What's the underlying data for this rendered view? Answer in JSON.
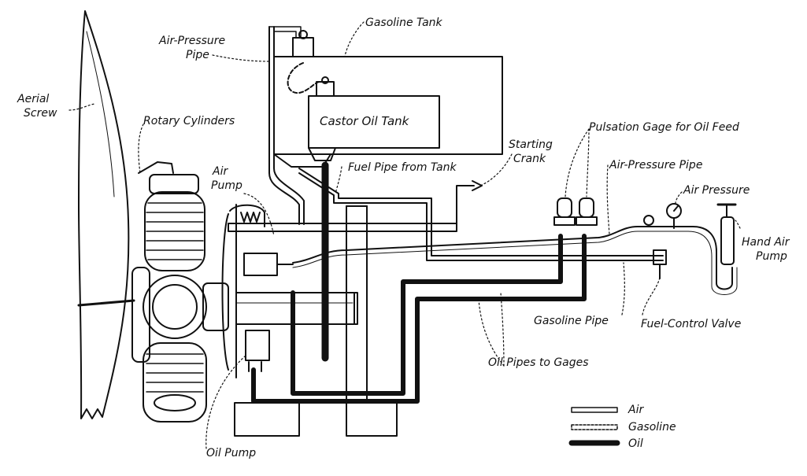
{
  "labels": {
    "gasoline_tank": "Gasoline Tank",
    "air_pressure_pipe_top_1": "Air-Pressure",
    "air_pressure_pipe_top_2": "Pipe",
    "aerial_screw_1": "Aerial",
    "aerial_screw_2": "Screw",
    "rotary_cylinders": "Rotary Cylinders",
    "castor_oil_tank": "Castor Oil Tank",
    "air_pump_1": "Air",
    "air_pump_2": "Pump",
    "fuel_pipe_from_tank": "Fuel Pipe from Tank",
    "starting_crank_1": "Starting",
    "starting_crank_2": "Crank",
    "pulsation_gage": "Pulsation Gage for Oil Feed",
    "air_pressure_pipe_right": "Air-Pressure Pipe",
    "air_pressure": "Air Pressure",
    "hand_air_pump_1": "Hand Air",
    "hand_air_pump_2": "Pump",
    "gasoline_pipe": "Gasoline Pipe",
    "fuel_control_valve": "Fuel-Control Valve",
    "oil_pipes_to_gages": "Oil Pipes to Gages",
    "oil_pump": "Oil Pump"
  },
  "legend": {
    "air": "Air",
    "gasoline": "Gasoline",
    "oil": "Oil"
  },
  "colors": {
    "ink": "#111111",
    "paper": "#ffffff"
  }
}
